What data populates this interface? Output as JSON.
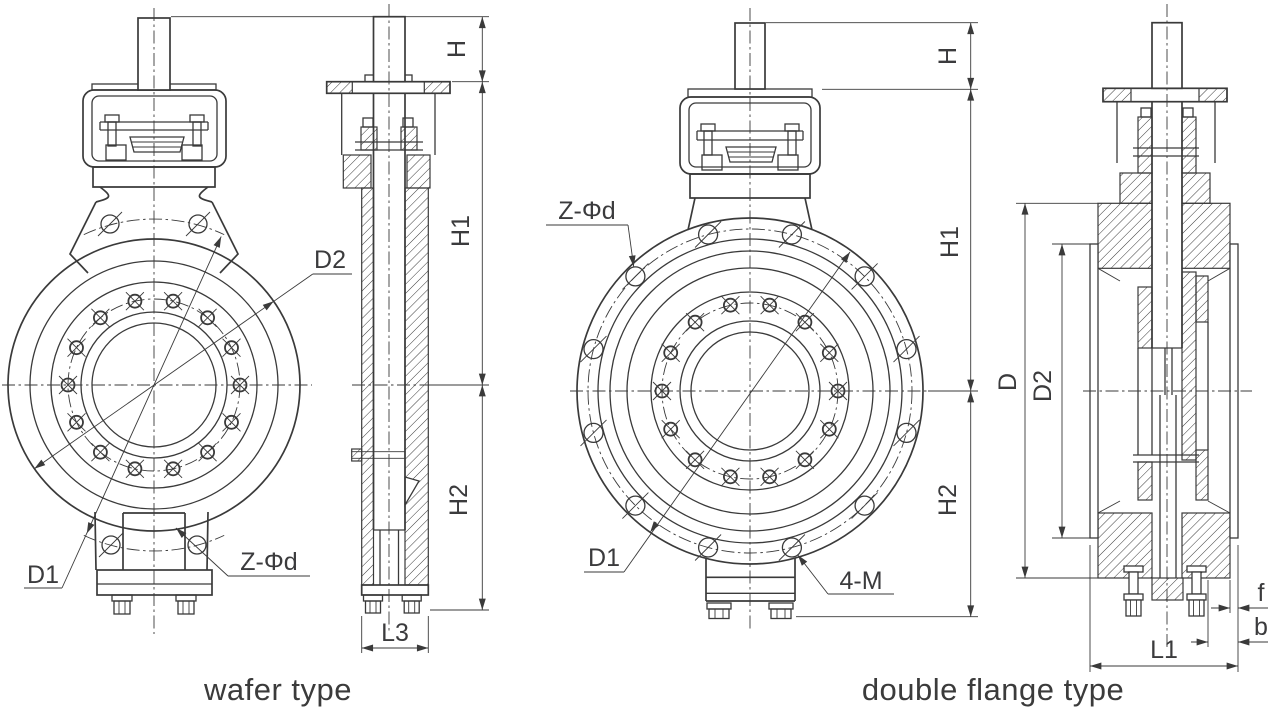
{
  "colors": {
    "line": "#3a3a3a",
    "text": "#3b3b3d",
    "background": "#ffffff"
  },
  "wafer": {
    "caption": "wafer type",
    "labels": {
      "d2": "D2",
      "d1": "D1",
      "z_phi_d": "Z-Φd"
    },
    "dims": {
      "h": "H",
      "h1": "H1",
      "h2": "H2",
      "l3": "L3"
    },
    "bolt_hole_count": 14,
    "lug_hole_count": 4
  },
  "double_flange": {
    "caption": "double flange type",
    "labels": {
      "z_phi_d": "Z-Φd",
      "d1": "D1",
      "four_m": "4-M"
    },
    "dims": {
      "h": "H",
      "h1": "H1",
      "h2": "H2",
      "d": "D",
      "d2": "D2",
      "l1": "L1",
      "f": "f",
      "b": "b"
    },
    "bolt_hole_count": 14,
    "flange_hole_count": 12
  }
}
